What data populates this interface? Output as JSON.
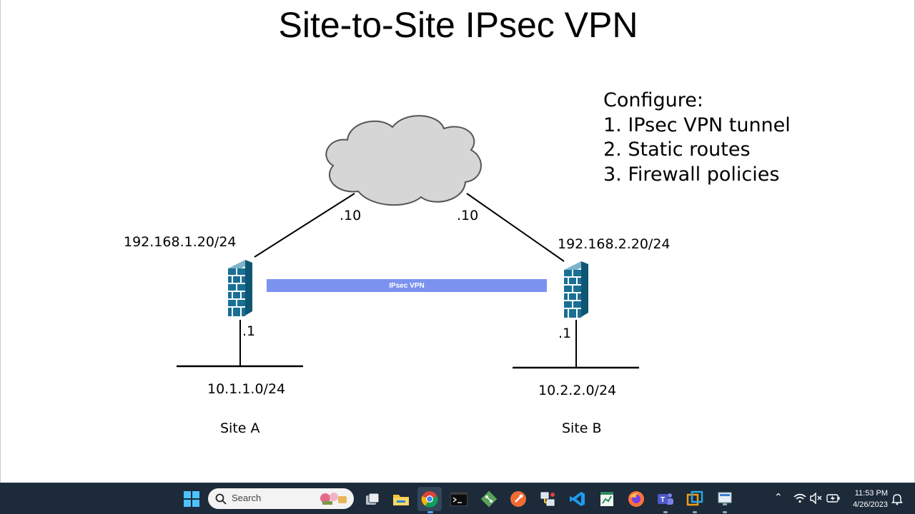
{
  "slide": {
    "title": "Site-to-Site IPsec VPN",
    "configure": {
      "heading": "Configure:",
      "items": [
        "1. IPsec VPN tunnel",
        "2. Static routes",
        "3. Firewall policies"
      ]
    },
    "diagram": {
      "site_a": {
        "wan_ip": "192.168.1.20/24",
        "cloud_side": ".10",
        "lan_gw": ".1",
        "lan_net": "10.1.1.0/24",
        "name": "Site A"
      },
      "site_b": {
        "wan_ip": "192.168.2.20/24",
        "cloud_side": ".10",
        "lan_gw": ".1",
        "lan_net": "10.2.2.0/24",
        "name": "Site B"
      },
      "tunnel_label": "IPsec VPN",
      "tunnel_color": "#7b93ee",
      "firewall_color": "#1a6f94",
      "cloud_fill": "#d4d4d4"
    }
  },
  "taskbar": {
    "search_placeholder": "Search",
    "clock_time": "11:53 PM",
    "clock_date": "4/26/2023",
    "apps": [
      "start-icon",
      "search-icon",
      "task-view-icon",
      "file-explorer-icon",
      "chrome-icon",
      "terminal-icon",
      "git-icon",
      "postman-icon",
      "network-icon",
      "vscode-icon",
      "spreadsheet-icon",
      "firefox-icon",
      "teams-icon",
      "vmware-icon",
      "remote-desktop-icon"
    ]
  }
}
